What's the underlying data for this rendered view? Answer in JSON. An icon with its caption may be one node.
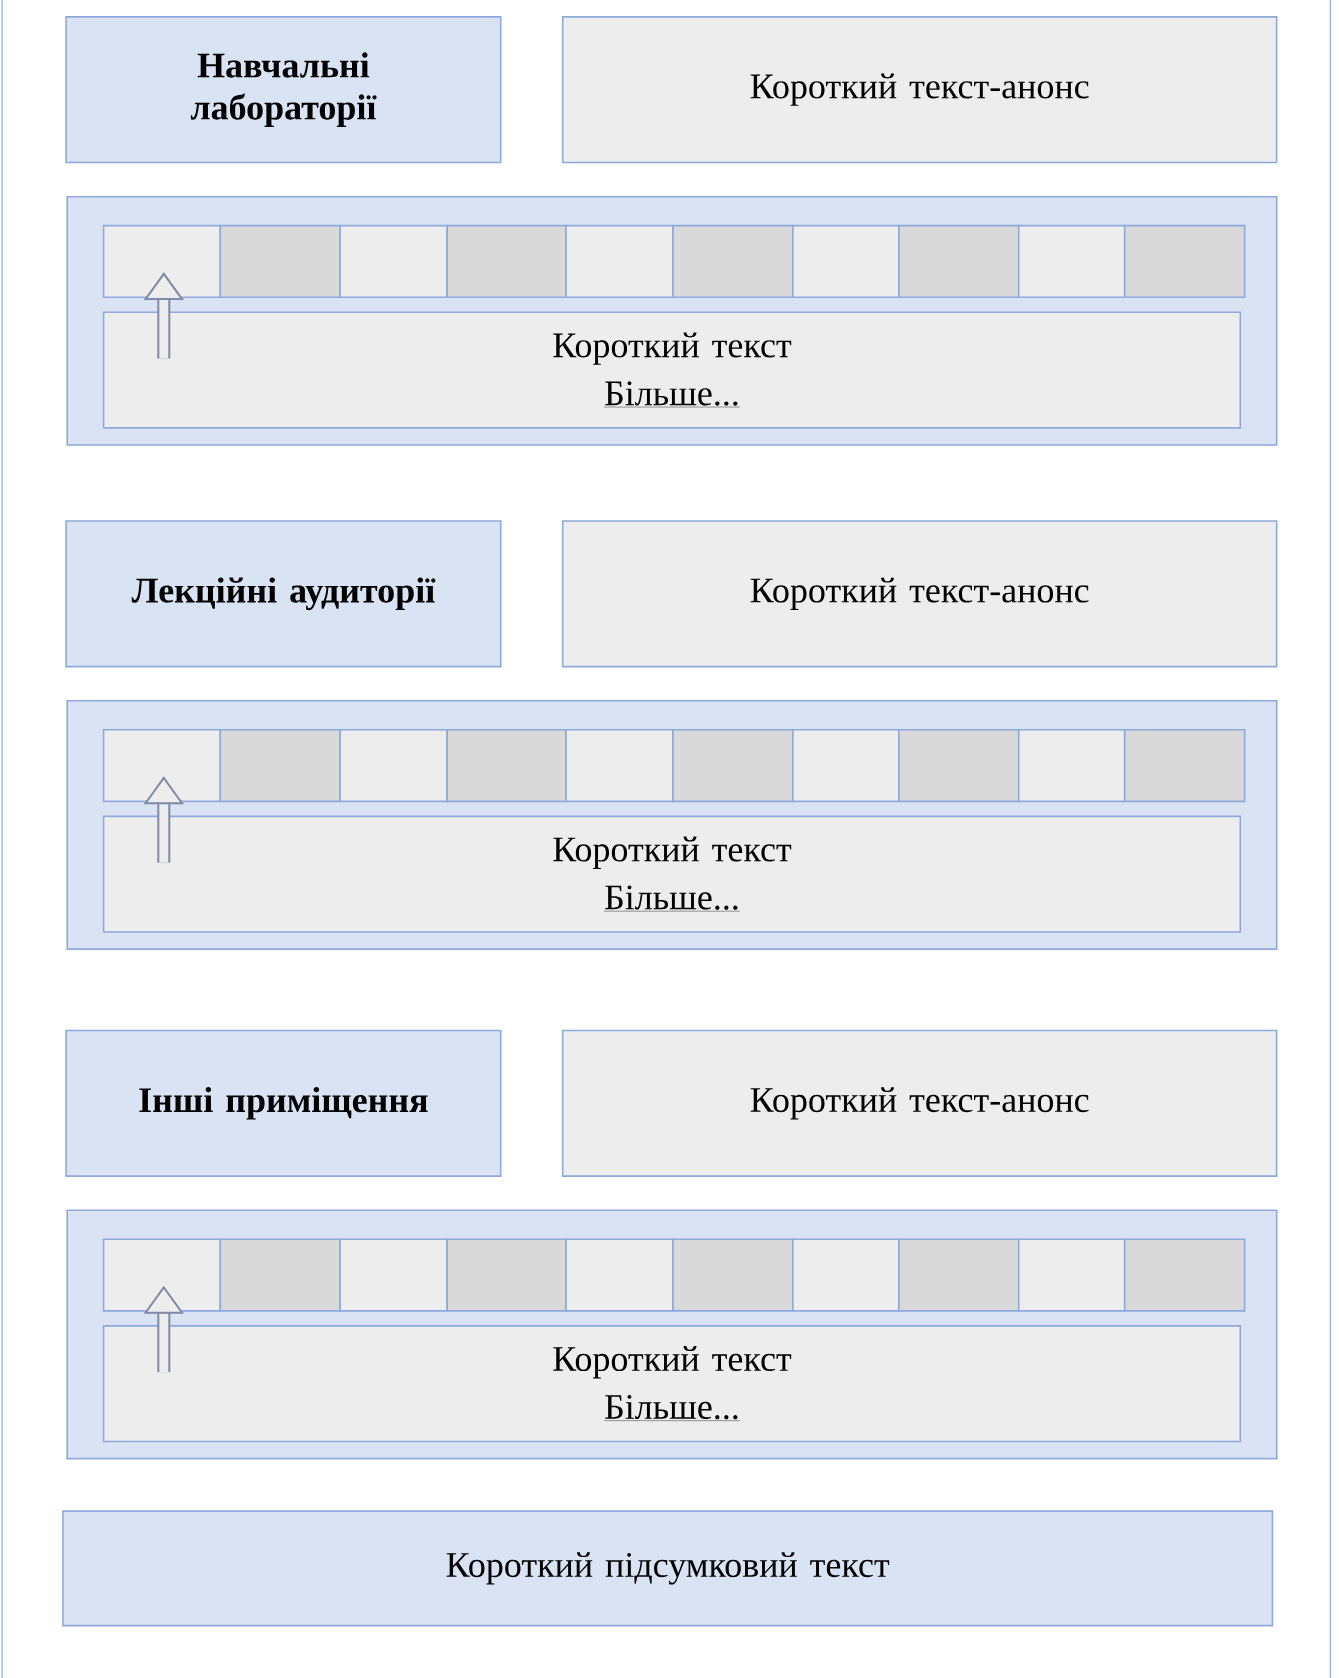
{
  "diagram": {
    "nodes": [
      {
        "text": [
          "Навчальні лабораторії"
        ]
      },
      {
        "text": [
          "Короткий текст-анонс"
        ]
      },
      {
        "text": [],
        "shape": "box"
      },
      {
        "text": [],
        "shape": "box",
        "in": 2
      },
      {
        "text": [],
        "shape": "box",
        "in": 2
      },
      {
        "text": [],
        "shape": "box",
        "in": 2
      },
      {
        "text": [],
        "shape": "box",
        "in": 2
      },
      {
        "text": [],
        "shape": "box",
        "in": 2
      },
      {
        "text": [],
        "shape": "box",
        "in": 2
      },
      {
        "text": [],
        "shape": "box",
        "in": 2
      },
      {
        "text": [],
        "shape": "box",
        "in": 2
      },
      {
        "text": [],
        "shape": "box",
        "in": 2
      },
      {
        "text": [],
        "shape": "box",
        "in": 2
      },
      {
        "text": [
          "Короткий текст",
          "Більше..."
        ],
        "in": 2
      },
      {
        "text": [
          "Лекційні аудиторії"
        ]
      },
      {
        "text": [
          "Короткий текст-анонс"
        ]
      },
      {
        "text": [],
        "shape": "box"
      },
      {
        "text": [],
        "shape": "box",
        "in": 16
      },
      {
        "text": [],
        "shape": "box",
        "in": 16
      },
      {
        "text": [],
        "shape": "box",
        "in": 16
      },
      {
        "text": [],
        "shape": "box",
        "in": 16
      },
      {
        "text": [],
        "shape": "box",
        "in": 16
      },
      {
        "text": [],
        "shape": "box",
        "in": 16
      },
      {
        "text": [],
        "shape": "box",
        "in": 16
      },
      {
        "text": [],
        "shape": "box",
        "in": 16
      },
      {
        "text": [],
        "shape": "box",
        "in": 16
      },
      {
        "text": [],
        "shape": "box",
        "in": 16
      },
      {
        "text": [
          "Короткий текст",
          "Більше..."
        ],
        "in": 16
      },
      {
        "text": [
          "Інші приміщення"
        ]
      },
      {
        "text": [
          "Короткий текст-анонс"
        ]
      },
      {
        "text": [],
        "shape": "box"
      },
      {
        "text": [],
        "shape": "box",
        "in": 30
      },
      {
        "text": [],
        "shape": "box",
        "in": 30
      },
      {
        "text": [],
        "shape": "box",
        "in": 30
      },
      {
        "text": [],
        "shape": "box",
        "in": 30
      },
      {
        "text": [],
        "shape": "box",
        "in": 30
      },
      {
        "text": [],
        "shape": "box",
        "in": 30
      },
      {
        "text": [],
        "shape": "box",
        "in": 30
      },
      {
        "text": [],
        "shape": "box",
        "in": 30
      },
      {
        "text": [],
        "shape": "box",
        "in": 30
      },
      {
        "text": [],
        "shape": "box",
        "in": 30
      },
      {
        "text": [
          "Короткий текст",
          "Більше..."
        ],
        "in": 30
      },
      {
        "text": [
          "Короткий підсумковий текст"
        ]
      }
    ],
    "edges": [
      {
        "from": 13,
        "to": 3,
        "arrow": "to"
      },
      {
        "from": 27,
        "to": 17,
        "arrow": "to"
      },
      {
        "from": 41,
        "to": 31,
        "arrow": "to"
      }
    ]
  }
}
